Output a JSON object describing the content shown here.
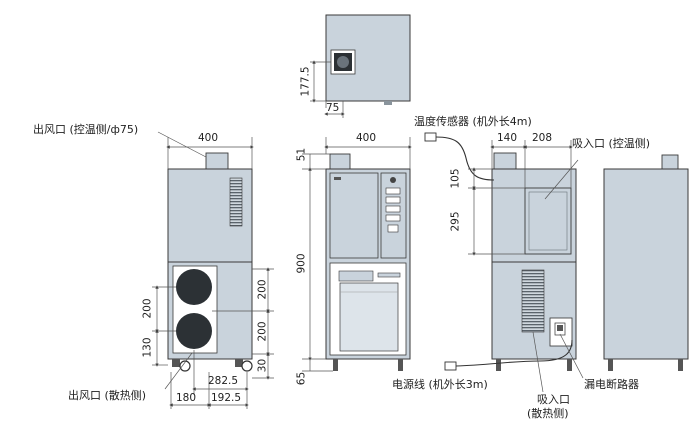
{
  "views": {
    "top": {
      "dims": {
        "height": "177.5",
        "offset": "75"
      }
    },
    "rear_left": {
      "callouts": {
        "outlet_top": "出风口 (控温侧/ф75)",
        "outlet_bottom": "出风口 (散热侧)"
      },
      "dims": {
        "width": "400",
        "fan1": "200",
        "fan2": "130",
        "right1": "200",
        "right2": "200",
        "right3": "30",
        "bottom1": "282.5",
        "bottom2": "180",
        "bottom3": "192.5"
      }
    },
    "front": {
      "dims": {
        "width": "400",
        "top": "51",
        "height": "900",
        "bottom": "65"
      }
    },
    "rear_right": {
      "callouts": {
        "sensor": "温度传感器 (机外长4m)",
        "inlet_top": "吸入口 (控温侧)",
        "power_cable": "电源线 (机外长3m)",
        "inlet_bottom_line1": "吸入口",
        "inlet_bottom_line2": "(散热侧)",
        "breaker": "漏电断路器"
      },
      "dims": {
        "w1": "140",
        "w2": "208",
        "h1": "105",
        "h2": "295"
      }
    },
    "side": {}
  },
  "colors": {
    "panel": "#c9d3dc",
    "panel_dark": "#aeb9c3",
    "line": "#3a3a3a",
    "dim_line": "#555555"
  }
}
